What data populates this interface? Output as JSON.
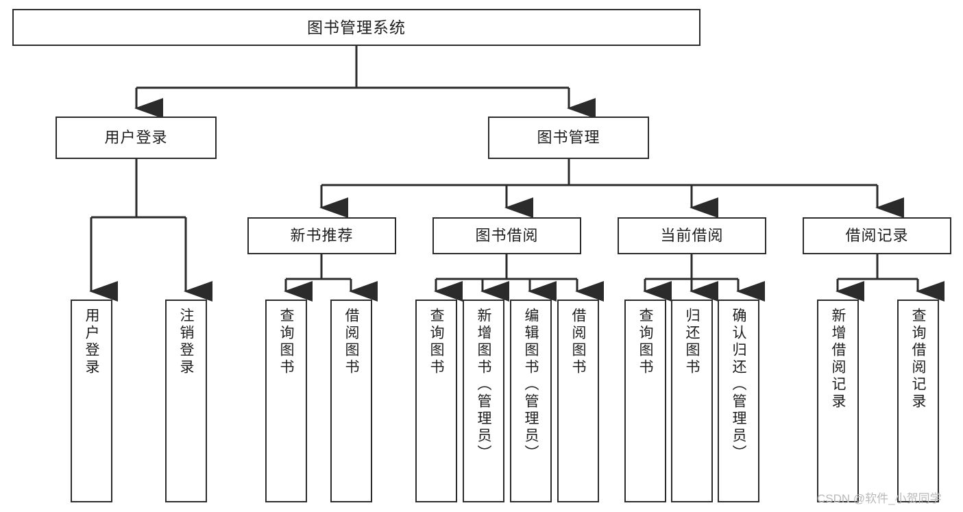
{
  "diagram": {
    "title": "图书管理系统",
    "watermark": "CSDN @软件_小贺同学",
    "line_color": "#2b2b2b",
    "box_fill": "#ffffff",
    "text_color": "#1d1d1d"
  },
  "nodes": {
    "root": {
      "label": "图书管理系统"
    },
    "level2": [
      {
        "label": "用户登录"
      },
      {
        "label": "图书管理"
      }
    ],
    "level3": [
      {
        "label": "新书推荐"
      },
      {
        "label": "图书借阅"
      },
      {
        "label": "当前借阅"
      },
      {
        "label": "借阅记录"
      }
    ],
    "leaves": {
      "user_login": [
        {
          "label": "用户登录"
        },
        {
          "label": "注销登录"
        }
      ],
      "new_book": [
        {
          "label": "查询图书"
        },
        {
          "label": "借阅图书"
        }
      ],
      "book_borrow": [
        {
          "label": "查询图书"
        },
        {
          "label": "新增图书（管理员）"
        },
        {
          "label": "编辑图书（管理员）"
        },
        {
          "label": "借阅图书"
        }
      ],
      "current_borrow": [
        {
          "label": "查询图书"
        },
        {
          "label": "归还图书"
        },
        {
          "label": "确认归还（管理员）"
        }
      ],
      "borrow_record": [
        {
          "label": "新增借阅记录"
        },
        {
          "label": "查询借阅记录"
        }
      ]
    }
  }
}
